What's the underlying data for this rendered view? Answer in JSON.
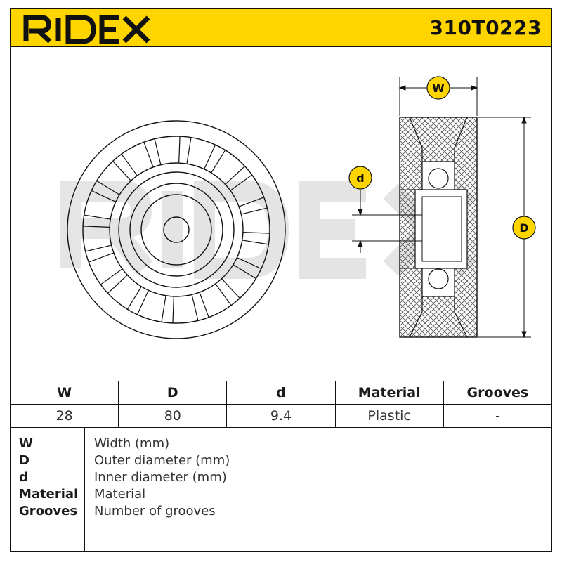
{
  "header": {
    "brand": "RIDEX",
    "part_number": "310T0223",
    "accent_color": "#ffd500"
  },
  "drawing": {
    "watermark": "RIDEX",
    "dimension_labels": {
      "width": "W",
      "outer_diameter": "D",
      "inner_diameter": "d"
    }
  },
  "spec_table": {
    "headers": [
      "W",
      "D",
      "d",
      "Material",
      "Grooves"
    ],
    "values": [
      "28",
      "80",
      "9.4",
      "Plastic",
      "-"
    ]
  },
  "legend": {
    "items": [
      {
        "key": "W",
        "label": "Width (mm)"
      },
      {
        "key": "D",
        "label": "Outer diameter (mm)"
      },
      {
        "key": "d",
        "label": "Inner diameter (mm)"
      },
      {
        "key": "Material",
        "label": "Material"
      },
      {
        "key": "Grooves",
        "label": "Number of grooves"
      }
    ]
  }
}
